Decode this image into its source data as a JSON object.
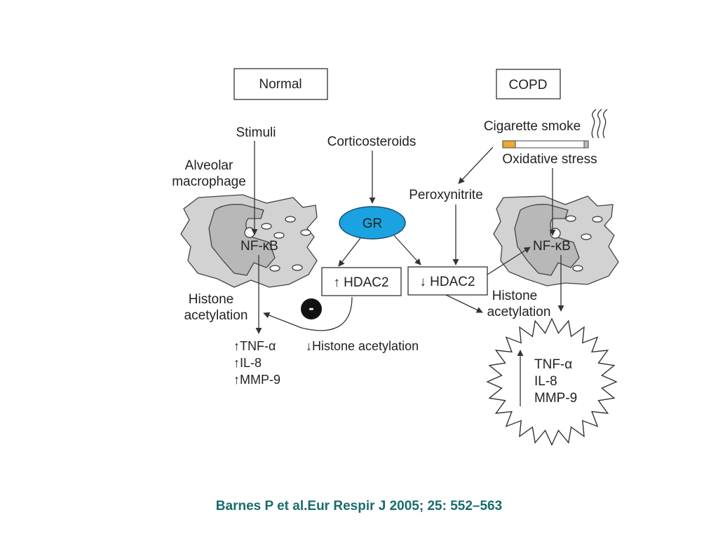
{
  "diagram": {
    "normal": {
      "header": "Normal",
      "stimuli": "Stimuli",
      "cell_label_line1": "Alveolar",
      "cell_label_line2": "macrophage",
      "nfkb": "NF-κB",
      "histone_line1": "Histone",
      "histone_line2": "acetylation",
      "inhibit_symbol": "-",
      "outputs": [
        "↑TNF-α",
        "↑IL-8",
        "↑MMP-9"
      ],
      "decrease_histone": "↓Histone acetylation"
    },
    "center": {
      "corticosteroids": "Corticosteroids",
      "gr": "GR",
      "hdac2_up": "↑ HDAC2",
      "peroxynitrite": "Peroxynitrite",
      "hdac2_down": "↓ HDAC2"
    },
    "copd": {
      "header": "COPD",
      "cigarette_smoke": "Cigarette smoke",
      "oxidative_stress": "Oxidative stress",
      "nfkb": "NF-κB",
      "histone_line1": "Histone",
      "histone_line2": "acetylation",
      "outputs": [
        "TNF-α",
        "IL-8",
        "MMP-9"
      ]
    },
    "colors": {
      "gr_fill": "#1aa3e0",
      "cigarette_filter": "#f0a830",
      "cell_fill": "#d2d2d2",
      "nucleus_fill": "#b8b8b8",
      "citation": "#1b6b6b"
    }
  },
  "citation": "Barnes P et al.Eur Respir J 2005; 25: 552–563"
}
